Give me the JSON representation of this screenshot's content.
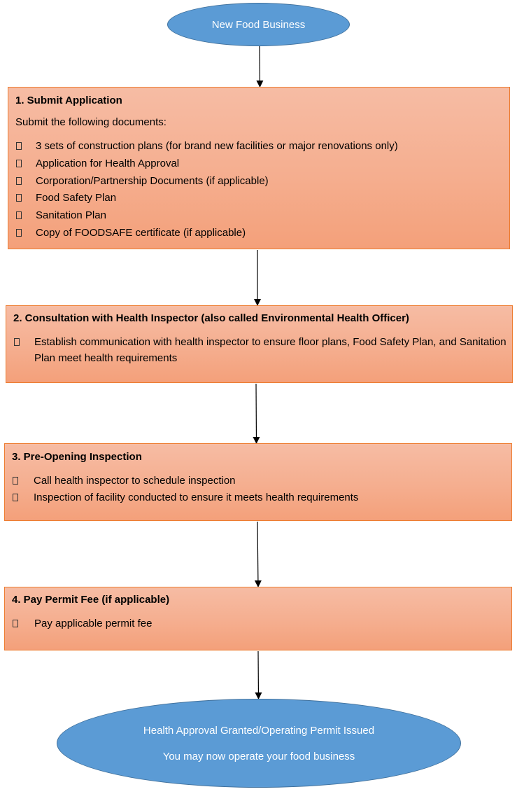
{
  "start": {
    "label": "New Food Business"
  },
  "steps": [
    {
      "title": "1.  Submit Application",
      "intro": "Submit the following documents:",
      "items": [
        "3 sets of construction plans (for brand new facilities or major renovations only)",
        "Application for Health Approval",
        "Corporation/Partnership Documents (if applicable)",
        "Food Safety Plan",
        "Sanitation Plan",
        "Copy of FOODSAFE certificate (if applicable)"
      ]
    },
    {
      "title": "2.  Consultation with Health Inspector (also called Environmental Health Officer)",
      "items": [
        "Establish communication with health inspector to ensure floor plans, Food Safety Plan, and Sanitation Plan meet health requirements"
      ]
    },
    {
      "title": "3. Pre-Opening Inspection",
      "items": [
        "Call health inspector to schedule inspection",
        "Inspection of facility conducted to ensure it meets health requirements"
      ]
    },
    {
      "title": "4.  Pay Permit Fee (if applicable)",
      "items": [
        "Pay applicable permit fee"
      ]
    }
  ],
  "end": {
    "line1": "Health Approval Granted/Operating Permit Issued",
    "line2": "You may now operate your food business"
  },
  "colors": {
    "oval_fill": "#5b9bd5",
    "box_fill": "#f5ae8f",
    "box_border": "#ed7d31"
  }
}
